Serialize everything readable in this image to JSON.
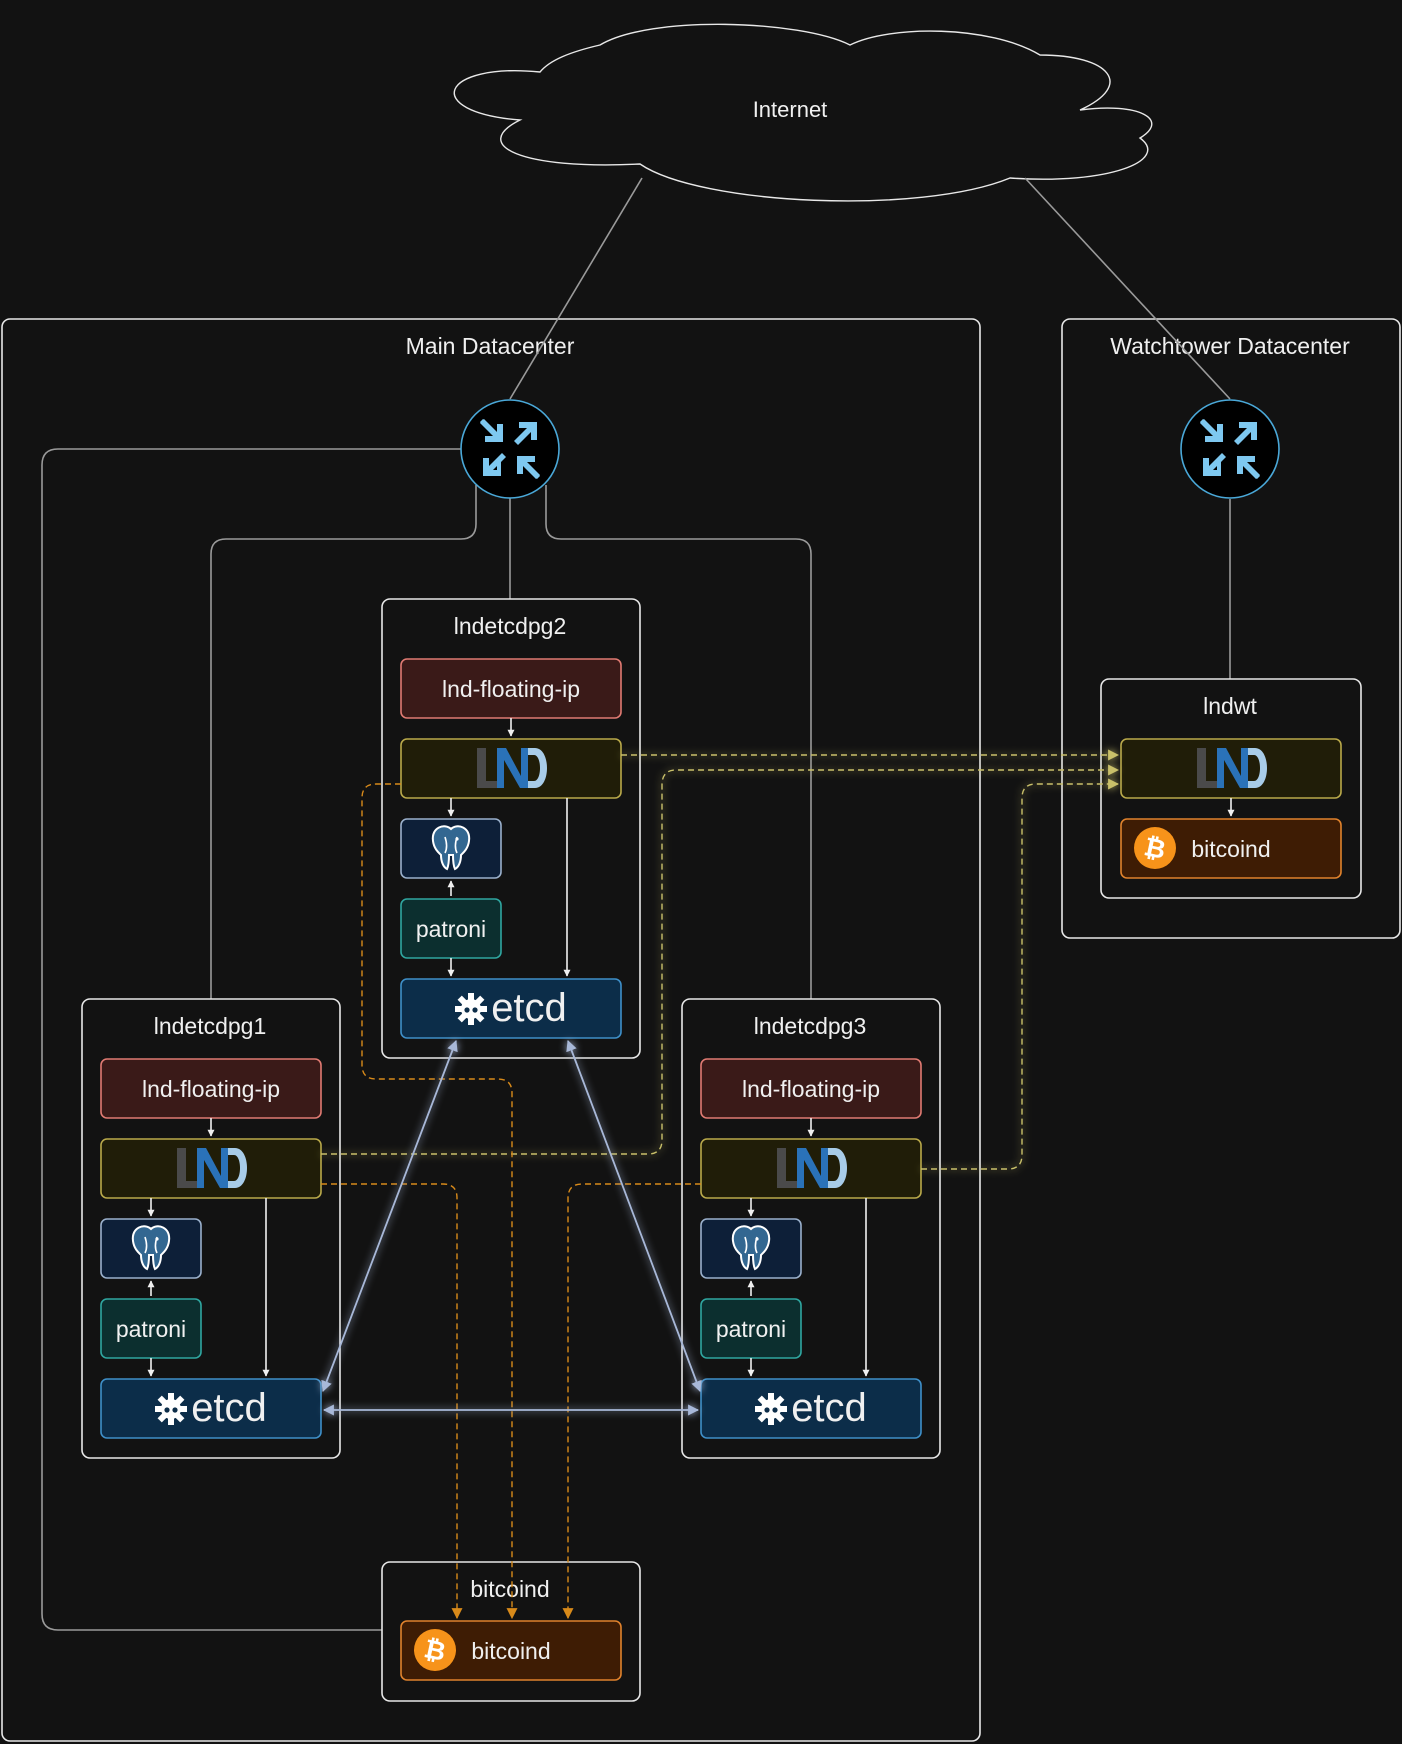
{
  "internet": {
    "label": "Internet"
  },
  "main_dc": {
    "label": "Main Datacenter",
    "nodes": {
      "n1": {
        "label": "lndetcdpg1",
        "floating_ip": "lnd-floating-ip",
        "lnd": "LND",
        "patroni": "patroni",
        "etcd": "etcd"
      },
      "n2": {
        "label": "lndetcdpg2",
        "floating_ip": "lnd-floating-ip",
        "lnd": "LND",
        "patroni": "patroni",
        "etcd": "etcd"
      },
      "n3": {
        "label": "lndetcdpg3",
        "floating_ip": "lnd-floating-ip",
        "lnd": "LND",
        "patroni": "patroni",
        "etcd": "etcd"
      }
    },
    "bitcoind_box": {
      "label": "bitcoind",
      "service": "bitcoind"
    }
  },
  "watchtower_dc": {
    "label": "Watchtower Datacenter",
    "node": {
      "label": "lndwt",
      "lnd": "LND",
      "bitcoind": "bitcoind"
    }
  },
  "colors": {
    "background": "#121212",
    "floating_ip_fill": "#3a1a18",
    "floating_ip_stroke": "#e07a72",
    "lnd_fill": "#201d08",
    "lnd_stroke": "#b9a94a",
    "pg_fill": "#0d1f38",
    "patroni_fill": "#0c2f2f",
    "patroni_stroke": "#2fa6a0",
    "etcd_fill": "#0c2d49",
    "etcd_stroke": "#3e8fc8",
    "bitcoind_fill": "#3e1c04",
    "bitcoind_stroke": "#e0822c",
    "router_icon": "#7ec8f0"
  },
  "icons": {
    "router": "router-icon",
    "postgres": "postgresql-elephant-icon",
    "etcd": "etcd-logo-icon",
    "bitcoin": "bitcoin-coin-icon",
    "lnd": "lnd-logo-icon"
  }
}
